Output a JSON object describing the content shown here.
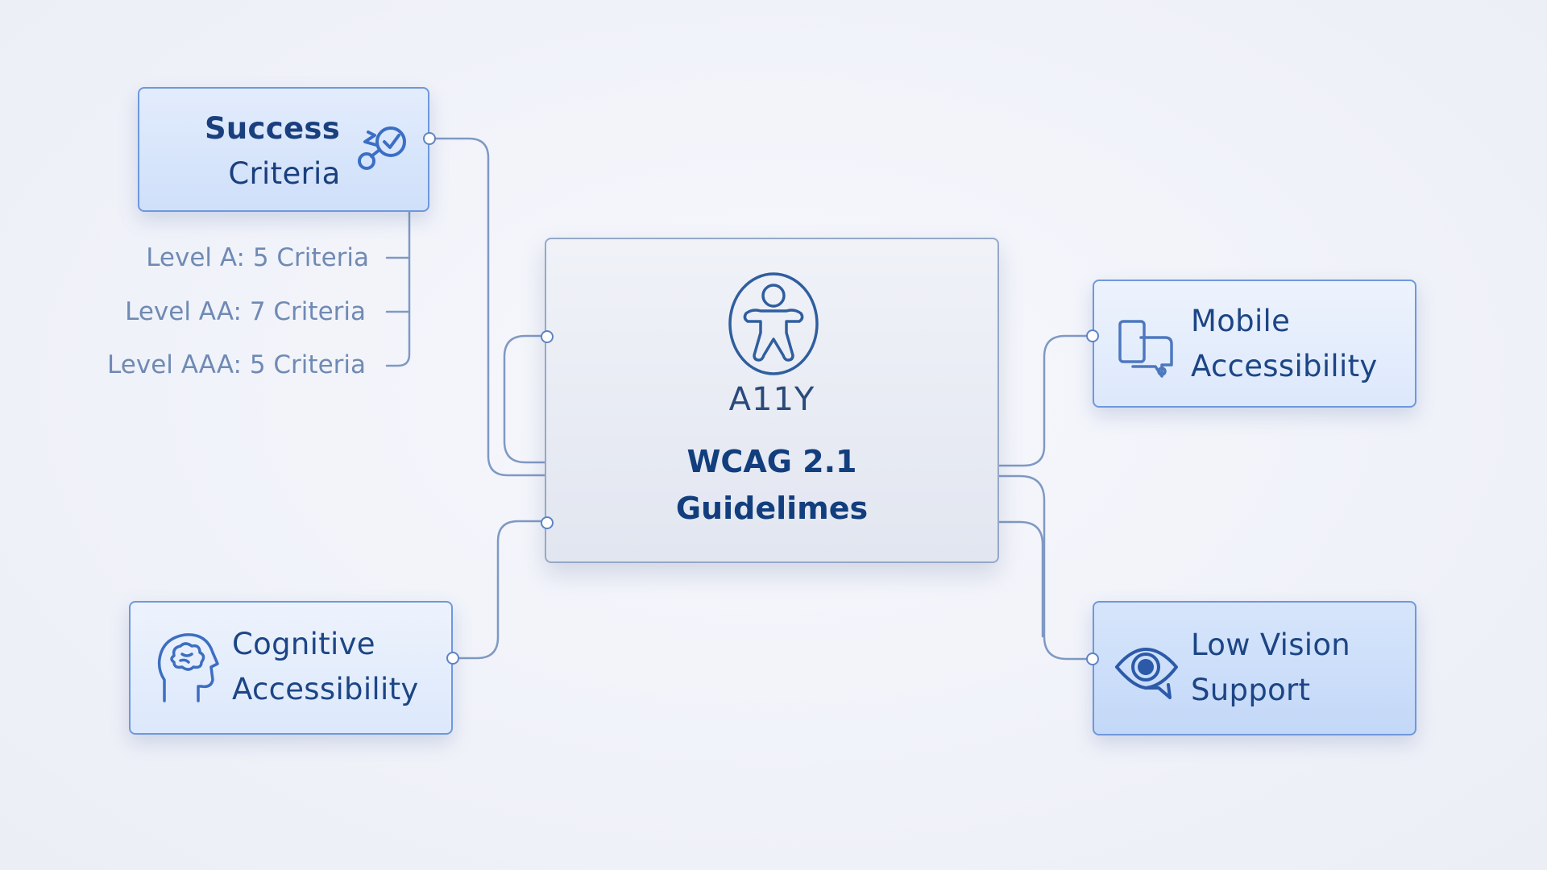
{
  "center": {
    "tag": "A11Y",
    "title_line1": "WCAG 2.1",
    "title_line2": "Guidelimes",
    "icon": "accessibility-person-icon"
  },
  "nodes": {
    "success_criteria": {
      "line1": "Success",
      "line2": "Criteria",
      "icon": "checkmark-link-icon",
      "levels": [
        "Level A: 5 Criteria",
        "Level AA: 7 Criteria",
        "Level AAA: 5 Criteria"
      ]
    },
    "cognitive": {
      "line1": "Cognitive",
      "line2": "Accessibility",
      "icon": "head-brain-icon"
    },
    "mobile": {
      "line1": "Mobile",
      "line2": "Accessibility",
      "icon": "mobile-devices-icon"
    },
    "low_vision": {
      "line1": "Low Vision",
      "line2": "Support",
      "icon": "eye-icon"
    }
  },
  "colors": {
    "node_border": "#6e98dc",
    "node_text": "#1c4585",
    "connector": "#7f99c4",
    "sub_text": "#6f8ab4",
    "background": "#f0f2f9"
  }
}
